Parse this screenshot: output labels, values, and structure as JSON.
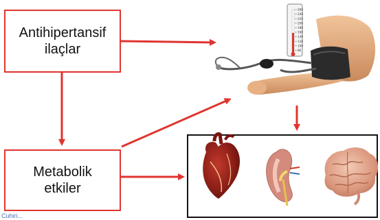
{
  "boxes": {
    "antihypertensive": {
      "line1": "Antihipertansif",
      "line2": "ilaçlar"
    },
    "metabolic": {
      "line1": "Metabolik",
      "line2": "etkiler"
    }
  },
  "gauge_scale": [
    "260",
    "240",
    "220",
    "200",
    "180",
    "160",
    "140",
    "120",
    "100",
    "80"
  ],
  "organs": [
    "heart-icon",
    "kidney-icon",
    "brain-icon"
  ],
  "colors": {
    "accent": "#e0342f",
    "frame": "#111111"
  },
  "footer": {
    "caption": "Cuhiri..."
  }
}
